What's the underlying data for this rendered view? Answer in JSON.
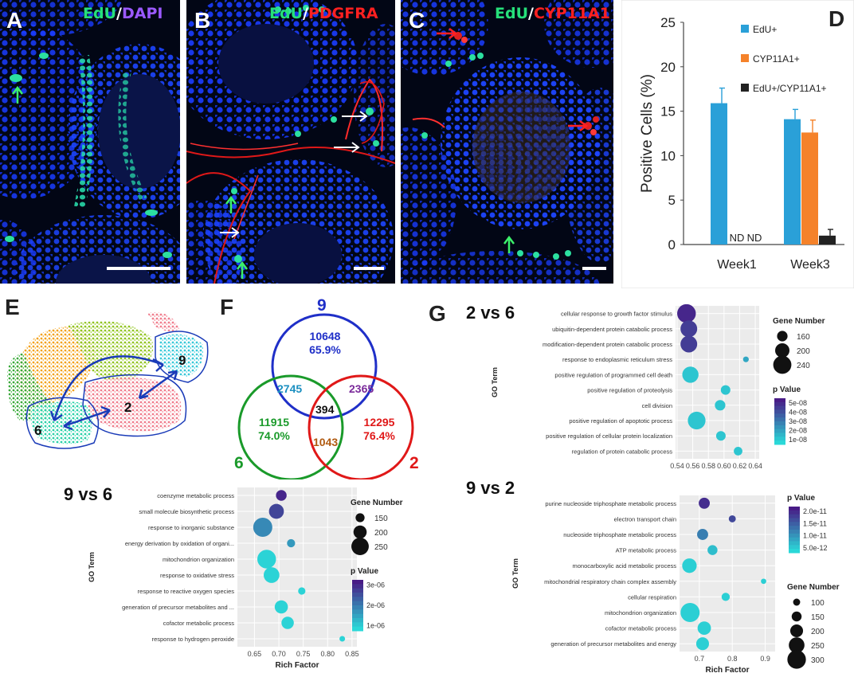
{
  "panels": {
    "A": {
      "letter": "A",
      "stain1": "EdU",
      "sep": "/",
      "stain2": "DAPI",
      "stain1_color": "#26e07a",
      "stain2_color": "#9b59ff"
    },
    "B": {
      "letter": "B",
      "stain1": "EdU",
      "sep": "/",
      "stain2": "PDGFRA",
      "stain1_color": "#26e07a",
      "stain2_color": "#ff2020"
    },
    "C": {
      "letter": "C",
      "stain1": "EdU",
      "sep": "/",
      "stain2": "CYP11A1",
      "stain1_color": "#26e07a",
      "stain2_color": "#ff2020"
    },
    "D": {
      "letter": "D"
    },
    "E": {
      "letter": "E",
      "clusters": [
        "9",
        "2",
        "6"
      ]
    },
    "F": {
      "letter": "F"
    },
    "G": {
      "letter": "G"
    }
  },
  "venn": {
    "labels": {
      "a": "9",
      "b": "6",
      "c": "2"
    },
    "colors": {
      "a": "#1f2fc8",
      "b": "#1a9a2a",
      "c": "#e01818"
    },
    "only_a": "10648",
    "only_a_pct": "65.9%",
    "only_b": "11915",
    "only_b_pct": "74.0%",
    "only_c": "12295",
    "only_c_pct": "76.4%",
    "ab": "2745",
    "ac": "2365",
    "bc": "1043",
    "abc": "394",
    "ab_color": "#1a8fc0",
    "ac_color": "#7a2a9a",
    "bc_color": "#b05a10"
  },
  "chart_data": [
    {
      "type": "bar",
      "panel": "D",
      "categories": [
        "Week1",
        "Week3"
      ],
      "series": [
        {
          "name": "EdU+",
          "values": [
            15.9,
            14.1
          ],
          "errors": [
            1.7,
            1.1
          ],
          "color": "#2aa0d8"
        },
        {
          "name": "CYP11A1+",
          "values": [
            0,
            12.6
          ],
          "errors": [
            0,
            1.4
          ],
          "color": "#f5822a"
        },
        {
          "name": "EdU+/CYP11A1+",
          "values": [
            0,
            1.0
          ],
          "errors": [
            0,
            0.7
          ],
          "color": "#222222"
        }
      ],
      "annotations": [
        "ND",
        "ND"
      ],
      "ylabel": "Positive Cells (%)",
      "ylim": [
        0,
        25
      ],
      "yticks": [
        "0",
        "5",
        "10",
        "15",
        "20",
        "25"
      ]
    },
    {
      "type": "scatter",
      "panel": "G",
      "title": "2 vs 6",
      "xlabel": "",
      "ylabel": "GO Term",
      "xlim": [
        0.538,
        0.645
      ],
      "xticks": [
        0.54,
        0.56,
        0.58,
        0.6,
        0.62,
        0.64
      ],
      "xtick_labels": [
        "0.54",
        "0.56",
        "0.58",
        "0.60",
        "0.62",
        "0.64"
      ],
      "terms": [
        "cellular response to growth factor stimulus",
        "ubiquitin-dependent protein catabolic process",
        "modification-dependent protein catabolic process",
        "response to endoplasmic reticulum stress",
        "positive regulation of programmed cell death",
        "positive regulation of proteolysis",
        "cell division",
        "positive regulation of apoptotic process",
        "positive regulation of cellular protein localization",
        "regulation of protein catabolic process"
      ],
      "rich_factor": [
        0.552,
        0.555,
        0.555,
        0.628,
        0.557,
        0.602,
        0.595,
        0.565,
        0.596,
        0.618
      ],
      "gene_number": [
        245,
        225,
        225,
        110,
        220,
        150,
        160,
        235,
        150,
        140
      ],
      "p_value": [
        5.2e-08,
        4.6e-08,
        4.6e-08,
        1.8e-08,
        1e-08,
        1e-08,
        1e-08,
        1e-08,
        1e-08,
        1e-08
      ],
      "size_legend_title": "Gene Number",
      "size_legend": [
        "160",
        "200",
        "240"
      ],
      "color_legend_title": "p Value",
      "color_legend": [
        "5e-08",
        "4e-08",
        "3e-08",
        "2e-08",
        "1e-08"
      ],
      "p_range": [
        5e-09,
        5.5e-08
      ],
      "size_range": [
        100,
        250
      ]
    },
    {
      "type": "scatter",
      "panel": "G",
      "title": "9 vs 6",
      "xlabel": "Rich Factor",
      "ylabel": "GO Term",
      "xlim": [
        0.615,
        0.86
      ],
      "xticks": [
        0.65,
        0.7,
        0.75,
        0.8,
        0.85
      ],
      "xtick_labels": [
        "0.65",
        "0.70",
        "0.75",
        "0.80",
        "0.85"
      ],
      "terms": [
        "coenzyme metabolic process",
        "small molecule biosynthetic process",
        "response to inorganic substance",
        "energy derivation by oxidation of organi...",
        "mitochondrion organization",
        "response to oxidative stress",
        "response to reactive oxygen species",
        "generation of precursor metabolites and ...",
        "cofactor metabolic process",
        "response to hydrogen peroxide"
      ],
      "rich_factor": [
        0.705,
        0.695,
        0.667,
        0.725,
        0.675,
        0.685,
        0.747,
        0.705,
        0.718,
        0.83
      ],
      "gene_number": [
        170,
        220,
        270,
        140,
        265,
        230,
        130,
        200,
        190,
        110
      ],
      "p_value": [
        3.4e-06,
        2.8e-06,
        1.5e-06,
        1.2e-06,
        1e-07,
        1e-07,
        1e-07,
        1e-07,
        1e-07,
        1e-07
      ],
      "size_legend_title": "Gene Number",
      "size_legend": [
        "150",
        "200",
        "250"
      ],
      "color_legend_title": "p Value",
      "color_legend": [
        "3e-06",
        "2e-06",
        "1e-06"
      ],
      "p_range": [
        0.0,
        3.6e-06
      ],
      "size_range": [
        100,
        270
      ]
    },
    {
      "type": "scatter",
      "panel": "G",
      "title": "9 vs 2",
      "xlabel": "Rich Factor",
      "ylabel": "GO Term",
      "xlim": [
        0.64,
        0.93
      ],
      "xticks": [
        0.7,
        0.8,
        0.9
      ],
      "xtick_labels": [
        "0.7",
        "0.8",
        "0.9"
      ],
      "terms": [
        "purine nucleoside triphosphate metabolic process",
        "electron transport chain",
        "nucleoside triphosphate metabolic process",
        "ATP metabolic process",
        "monocarboxylic acid metabolic process",
        "mitochondrial respiratory chain complex assembly",
        "cellular respiration",
        "mitochondrion organization",
        "cofactor metabolic process",
        "generation of precursor metabolites and energy"
      ],
      "rich_factor": [
        0.715,
        0.8,
        0.71,
        0.74,
        0.67,
        0.895,
        0.78,
        0.672,
        0.715,
        0.71
      ],
      "gene_number": [
        170,
        100,
        170,
        150,
        230,
        70,
        120,
        310,
        210,
        200
      ],
      "p_value": [
        2.1e-11,
        1.8e-11,
        1.2e-11,
        5e-12,
        3e-12,
        3e-12,
        3e-12,
        3e-12,
        3e-12,
        3e-12
      ],
      "size_legend_title": "Gene Number",
      "size_legend": [
        "100",
        "150",
        "200",
        "250",
        "300"
      ],
      "color_legend_title": "p Value",
      "color_legend": [
        "2.0e-11",
        "1.5e-11",
        "1.0e-11",
        "5.0e-12"
      ],
      "p_range": [
        2e-12,
        2.3e-11
      ],
      "size_range": [
        60,
        310
      ]
    }
  ]
}
